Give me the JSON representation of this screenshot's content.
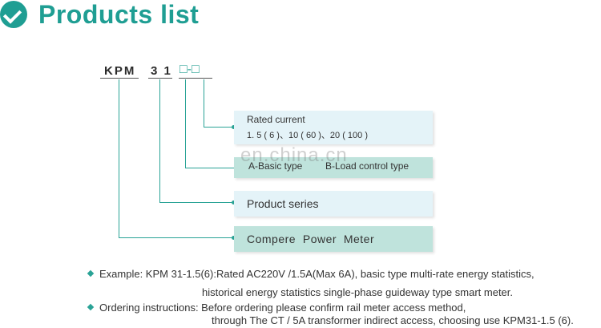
{
  "header": {
    "title": "Products list"
  },
  "model_code": {
    "prefix": "KPM",
    "series": "3 1",
    "slots": "□-□"
  },
  "boxes": {
    "rated_current": {
      "label": "Rated current",
      "values": "1. 5 ( 6 )、10 ( 60 )、20 ( 100 )"
    },
    "type": {
      "option_a": "A-Basic type",
      "option_b": "B-Load control type"
    },
    "series": {
      "label": "Product series"
    },
    "meter": {
      "label": "Compere  Power  Meter"
    }
  },
  "watermark": "en.china.cn",
  "notes": {
    "example_line1": "Example: KPM 31-1.5(6):Rated AC220V /1.5A(Max 6A), basic type multi-rate energy statistics,",
    "example_line2": "historical energy statistics single-phase guideway type smart meter.",
    "ordering_line1": "Ordering instructions: Before ordering please confirm rail meter access method,",
    "ordering_line2": "through The CT / 5A transformer indirect access, choosing use KPM31-1.5 (6)."
  },
  "colors": {
    "accent": "#1f9e93",
    "box_light": "#e4f3f8",
    "box_teal": "#bfe3dc"
  }
}
